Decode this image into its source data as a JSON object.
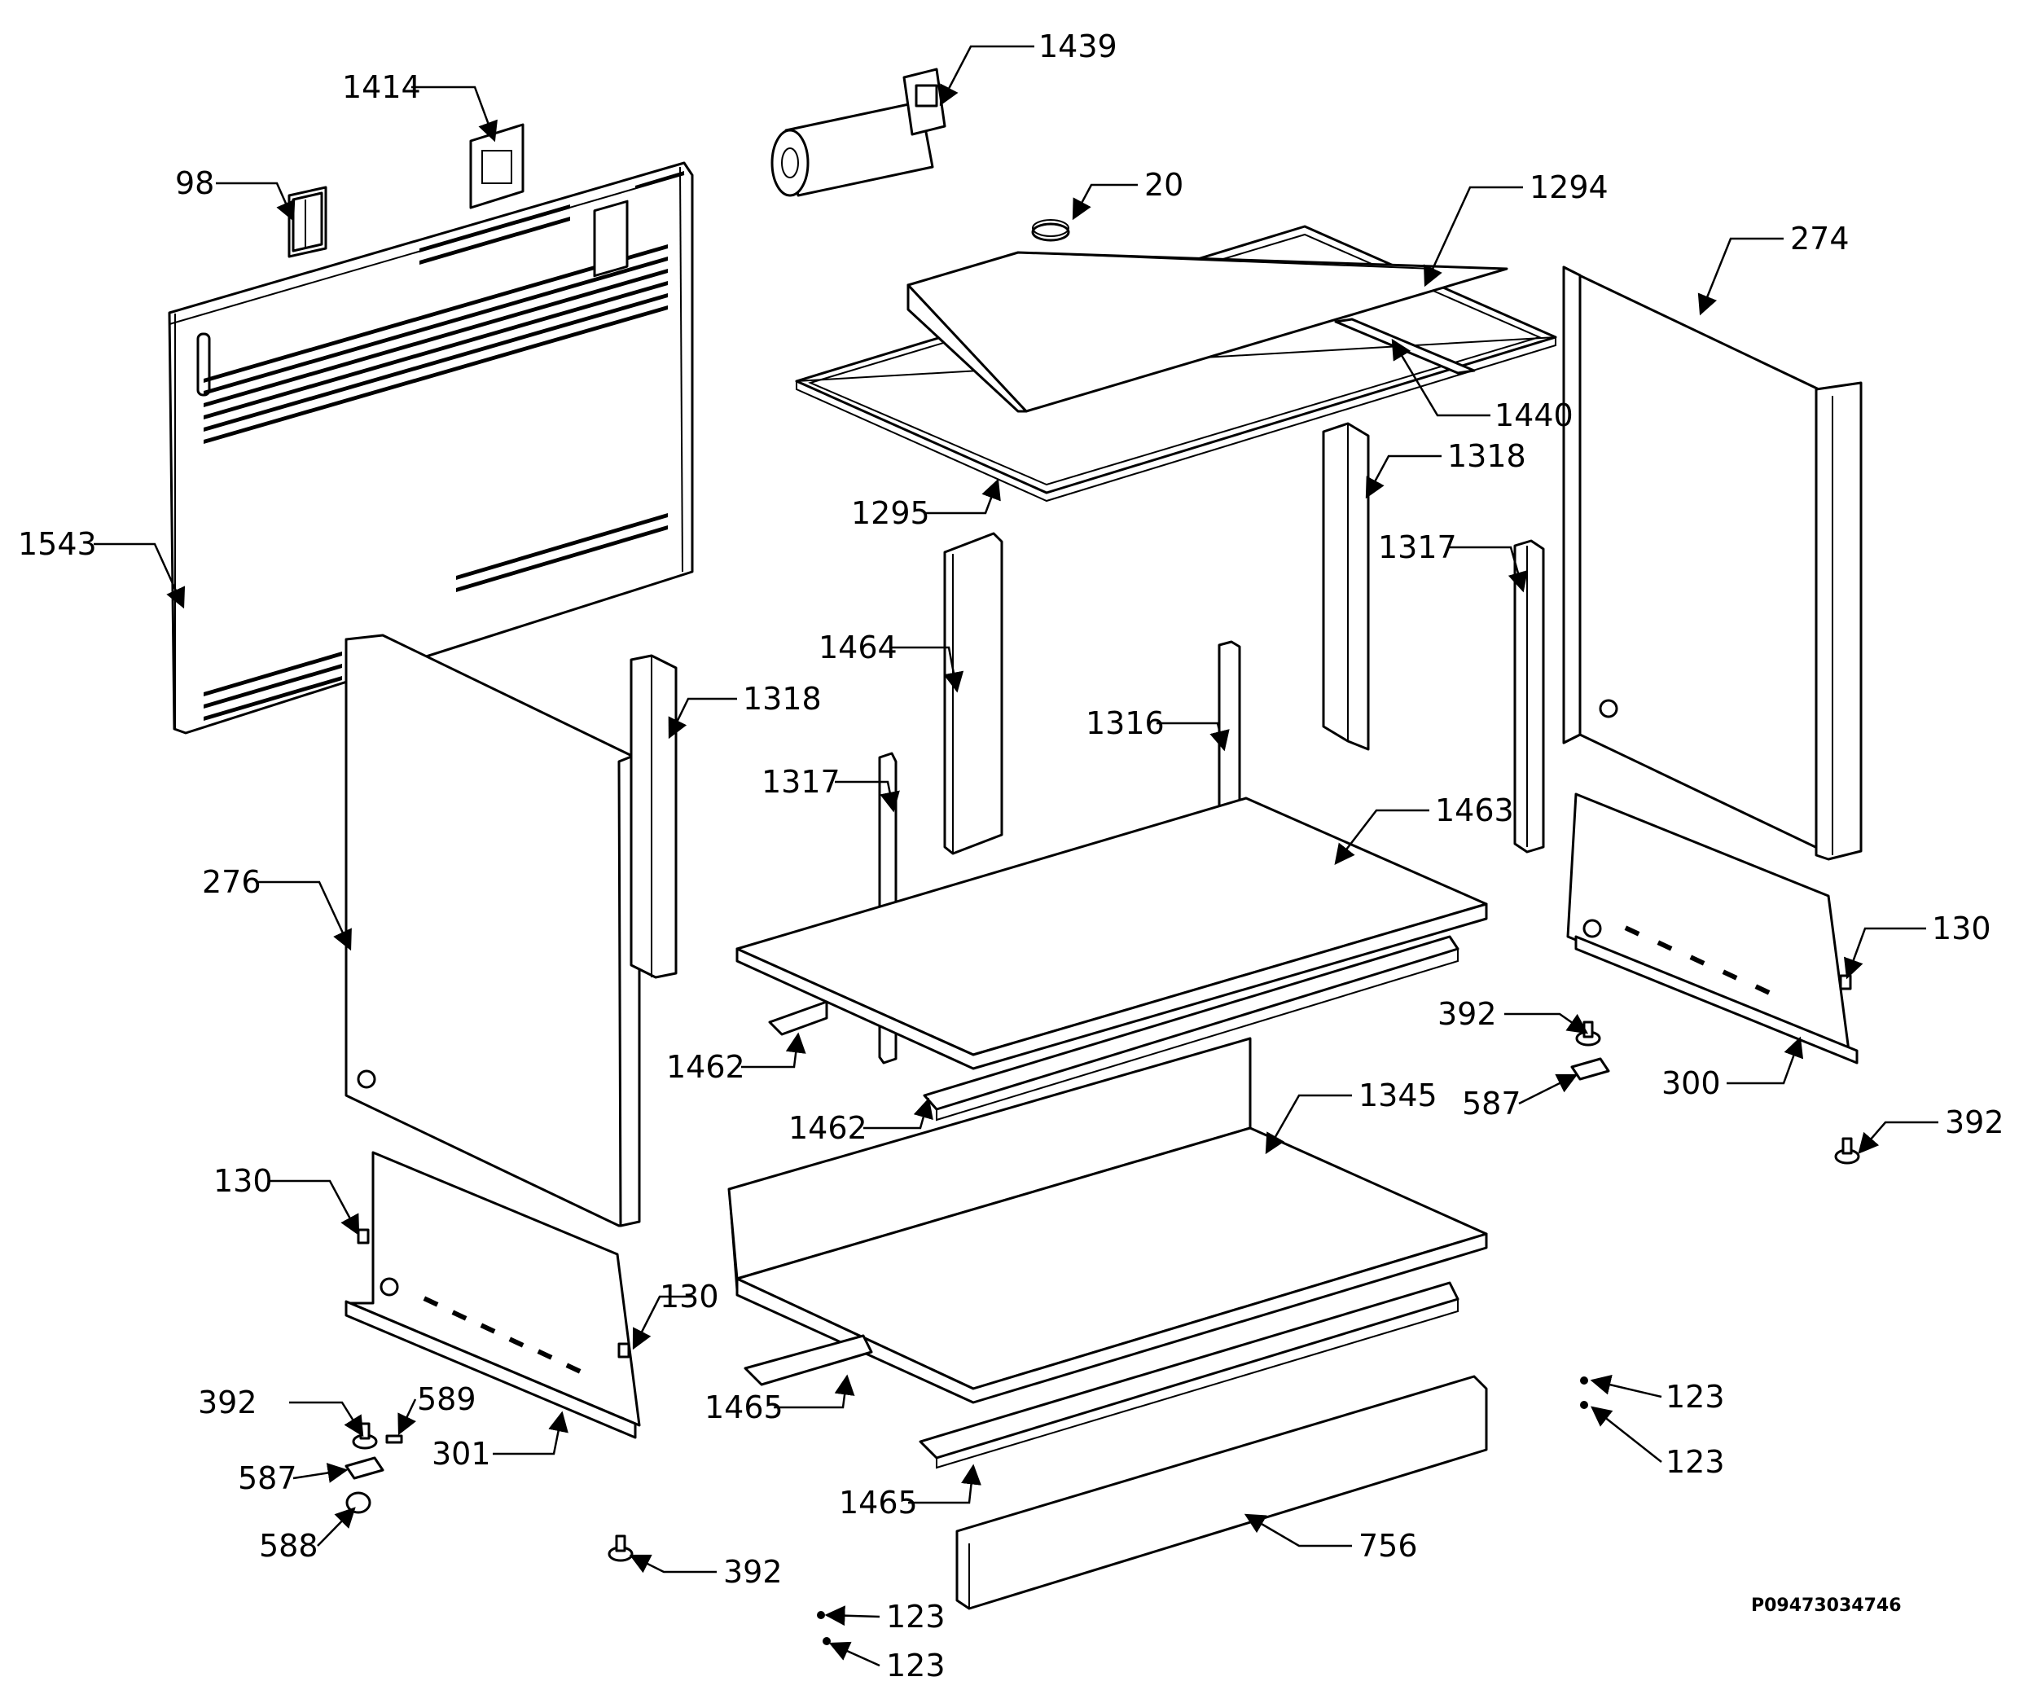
{
  "document_id": "P09473034746",
  "colors": {
    "line": "#000000",
    "background": "#ffffff"
  },
  "callouts": [
    {
      "id": "c-1439",
      "label": "1439"
    },
    {
      "id": "c-1414",
      "label": "1414"
    },
    {
      "id": "c-98",
      "label": "98"
    },
    {
      "id": "c-20",
      "label": "20"
    },
    {
      "id": "c-1294",
      "label": "1294"
    },
    {
      "id": "c-274",
      "label": "274"
    },
    {
      "id": "c-1440",
      "label": "1440"
    },
    {
      "id": "c-1318a",
      "label": "1318"
    },
    {
      "id": "c-1295",
      "label": "1295"
    },
    {
      "id": "c-1543",
      "label": "1543"
    },
    {
      "id": "c-1317a",
      "label": "1317"
    },
    {
      "id": "c-1464",
      "label": "1464"
    },
    {
      "id": "c-1318b",
      "label": "1318"
    },
    {
      "id": "c-1316",
      "label": "1316"
    },
    {
      "id": "c-1317b",
      "label": "1317"
    },
    {
      "id": "c-1463",
      "label": "1463"
    },
    {
      "id": "c-276",
      "label": "276"
    },
    {
      "id": "c-130a",
      "label": "130"
    },
    {
      "id": "c-392a",
      "label": "392"
    },
    {
      "id": "c-1462a",
      "label": "1462"
    },
    {
      "id": "c-587a",
      "label": "587"
    },
    {
      "id": "c-300",
      "label": "300"
    },
    {
      "id": "c-1462b",
      "label": "1462"
    },
    {
      "id": "c-1345",
      "label": "1345"
    },
    {
      "id": "c-392b",
      "label": "392"
    },
    {
      "id": "c-130b",
      "label": "130"
    },
    {
      "id": "c-130c",
      "label": "130"
    },
    {
      "id": "c-589",
      "label": "589"
    },
    {
      "id": "c-392c",
      "label": "392"
    },
    {
      "id": "c-301",
      "label": "301"
    },
    {
      "id": "c-587b",
      "label": "587"
    },
    {
      "id": "c-588",
      "label": "588"
    },
    {
      "id": "c-1465a",
      "label": "1465"
    },
    {
      "id": "c-123a",
      "label": "123"
    },
    {
      "id": "c-123b",
      "label": "123"
    },
    {
      "id": "c-1465b",
      "label": "1465"
    },
    {
      "id": "c-756",
      "label": "756"
    },
    {
      "id": "c-392d",
      "label": "392"
    },
    {
      "id": "c-123c",
      "label": "123"
    },
    {
      "id": "c-123d",
      "label": "123"
    }
  ]
}
